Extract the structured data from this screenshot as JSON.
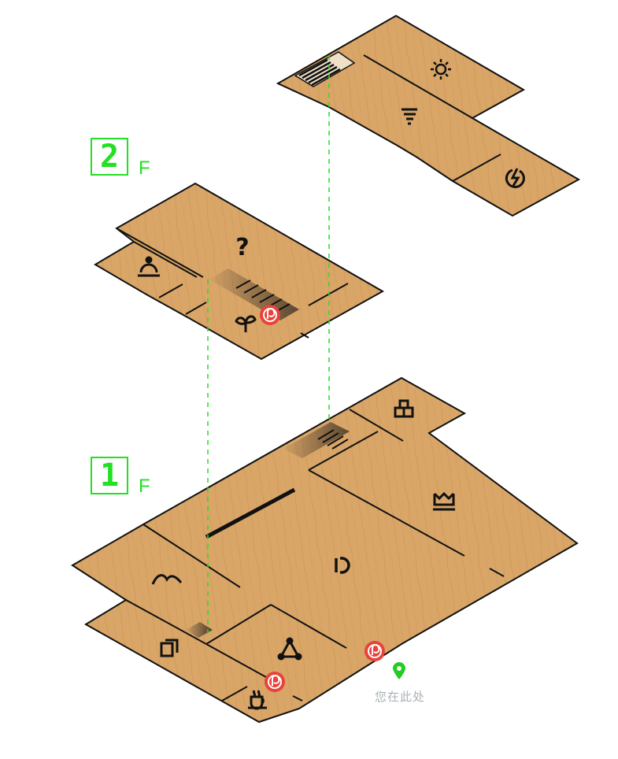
{
  "colors": {
    "wood": "#d9a668",
    "wood_dark": "#c58f52",
    "outline": "#111111",
    "accent_green": "#22e022",
    "poi_red": "#e8423a",
    "label_gray": "#aab0b5"
  },
  "floors": [
    {
      "id": "2F",
      "number": "2",
      "suffix": "F",
      "rooms": [
        {
          "id": "info",
          "icon": "question-mark-icon"
        },
        {
          "id": "reception",
          "icon": "bell-icon"
        },
        {
          "id": "garden",
          "icon": "sprout-icon"
        },
        {
          "id": "sun-room",
          "icon": "sun-icon"
        },
        {
          "id": "fan-room",
          "icon": "tornado-icon"
        },
        {
          "id": "power-room",
          "icon": "power-icon"
        }
      ]
    },
    {
      "id": "1F",
      "number": "1",
      "suffix": "F",
      "rooms": [
        {
          "id": "gallery",
          "icon": "wave-icon"
        },
        {
          "id": "main-hall",
          "icon": "d-icon"
        },
        {
          "id": "store",
          "icon": "crown-icon"
        },
        {
          "id": "lockers",
          "icon": "boxes-icon"
        },
        {
          "id": "copy-room",
          "icon": "copy-icon"
        },
        {
          "id": "lab",
          "icon": "triangle-icon"
        },
        {
          "id": "cafe",
          "icon": "coffee-icon"
        }
      ]
    }
  ],
  "markers": {
    "poi_icon": "poi-marker-icon",
    "location_icon": "location-pin-icon",
    "you_are_here": "您在此处"
  }
}
